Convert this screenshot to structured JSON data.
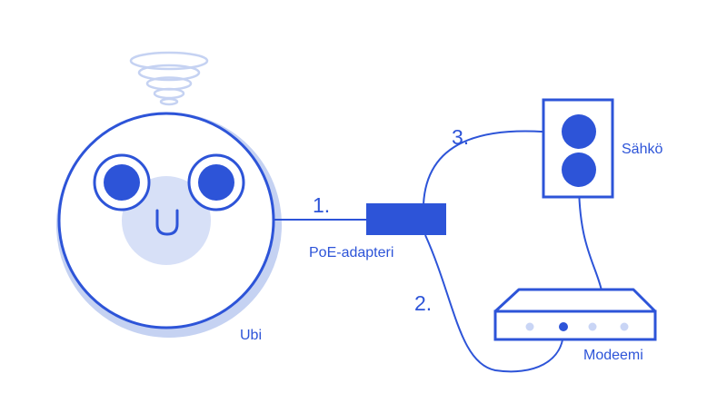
{
  "colors": {
    "primary": "#2d54d8",
    "face_fill": "#d7e0f7",
    "ring_shadow": "#c5d2f2",
    "wifi_waves": "#c5d2f2",
    "modem_dot": "#c9d5f5",
    "text": "#2d54d8",
    "background": "#ffffff"
  },
  "labels": {
    "step_1": "1.",
    "step_2": "2.",
    "step_3": "3.",
    "poe_adapter": "PoE-adapteri",
    "power": "Sähkö",
    "modem": "Modeemi",
    "device": "Ubi"
  },
  "icons": {
    "device": "ubi-face-icon",
    "wifi": "wifi-waves-icon",
    "adapter": "poe-adapter-icon",
    "outlet": "power-outlet-icon",
    "modem": "modem-icon"
  }
}
